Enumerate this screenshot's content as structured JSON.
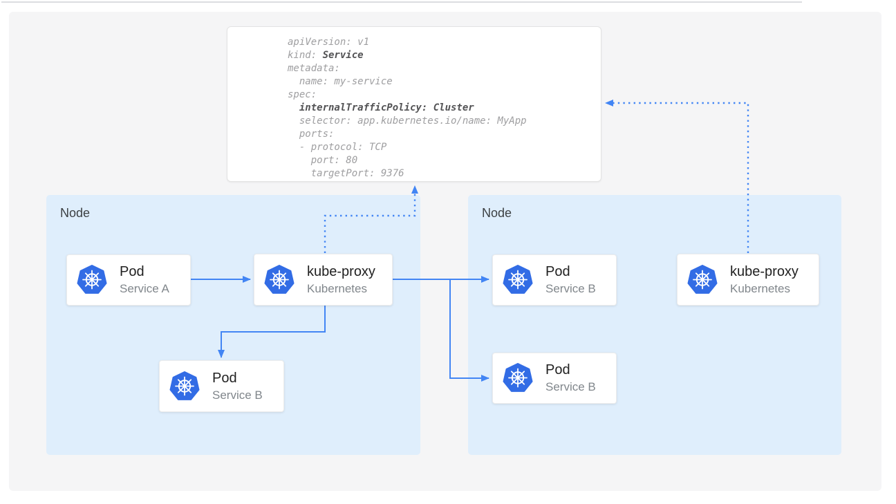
{
  "colors": {
    "accent": "#4285f4",
    "kubernetes_blue": "#326ce5",
    "node_fill": "#dfeefc",
    "canvas_bg": "#f5f5f6",
    "card_title": "#212121",
    "card_subtitle": "#80868b",
    "node_label": "#3c4043",
    "code_regular": "#9e9ea0",
    "code_bold": "#535355"
  },
  "yaml_card": {
    "lines": [
      [
        {
          "t": "apiVersion: v1",
          "b": false
        }
      ],
      [
        {
          "t": "kind: ",
          "b": false
        },
        {
          "t": "Service",
          "b": true
        }
      ],
      [
        {
          "t": "metadata:",
          "b": false
        }
      ],
      [
        {
          "t": "  name: my-service",
          "b": false
        }
      ],
      [
        {
          "t": "spec:",
          "b": false
        }
      ],
      [
        {
          "t": "  ",
          "b": false
        },
        {
          "t": "internalTrafficPolicy: Cluster",
          "b": true
        }
      ],
      [
        {
          "t": "  selector: app.kubernetes.io/name: MyApp",
          "b": false
        }
      ],
      [
        {
          "t": "  ports:",
          "b": false
        }
      ],
      [
        {
          "t": "  - protocol: TCP",
          "b": false
        }
      ],
      [
        {
          "t": "    port: 80",
          "b": false
        }
      ],
      [
        {
          "t": "    targetPort: 9376",
          "b": false
        }
      ]
    ]
  },
  "nodes": {
    "left": {
      "label": "Node"
    },
    "right": {
      "label": "Node"
    }
  },
  "cards": {
    "pod_a": {
      "title": "Pod",
      "subtitle": "Service A",
      "icon": "kubernetes-logo-icon"
    },
    "kube_proxy_left": {
      "title": "kube-proxy",
      "subtitle": "Kubernetes",
      "icon": "kubernetes-logo-icon"
    },
    "pod_b_left": {
      "title": "Pod",
      "subtitle": "Service B",
      "icon": "kubernetes-logo-icon"
    },
    "pod_b_right_top": {
      "title": "Pod",
      "subtitle": "Service B",
      "icon": "kubernetes-logo-icon"
    },
    "pod_b_right_bottom": {
      "title": "Pod",
      "subtitle": "Service B",
      "icon": "kubernetes-logo-icon"
    },
    "kube_proxy_right": {
      "title": "kube-proxy",
      "subtitle": "Kubernetes",
      "icon": "kubernetes-logo-icon"
    }
  }
}
